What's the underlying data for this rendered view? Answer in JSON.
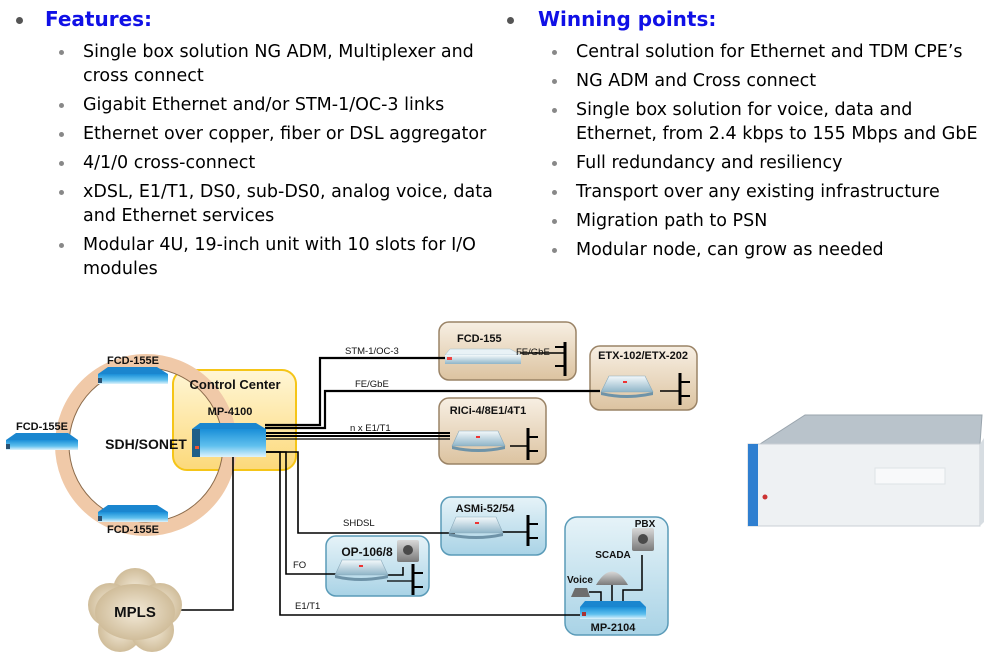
{
  "features": {
    "heading": "Features:",
    "items": [
      "Single box solution NG ADM, Multiplexer and cross connect",
      "Gigabit Ethernet and/or STM-1/OC-3 links",
      "Ethernet over copper, fiber or DSL aggregator",
      "4/1/0 cross-connect",
      "xDSL, E1/T1, DS0, sub-DS0, analog voice, data and Ethernet services",
      "Modular 4U, 19-inch unit with 10 slots for I/O modules"
    ]
  },
  "winning_points": {
    "heading": "Winning points:",
    "items": [
      "Central solution for Ethernet and TDM CPE’s",
      "NG ADM and Cross connect",
      "Single box solution for voice, data and Ethernet, from 2.4 kbps to 155 Mbps and GbE",
      "Full redundancy and resiliency",
      "Transport over any existing infrastructure",
      "Migration path to PSN",
      "Modular node, can grow as needed"
    ]
  },
  "diagram": {
    "ring_label": "SDH/SONET",
    "ring_nodes": [
      "FCD-155E",
      "FCD-155E",
      "FCD-155E"
    ],
    "control_center": {
      "title": "Control Center",
      "device": "MP-4100"
    },
    "cloud": "MPLS",
    "sites": {
      "fcd155": {
        "name": "FCD-155",
        "port": "FE/GbE"
      },
      "etx": {
        "name": "ETX-102/ETX-202"
      },
      "rici": {
        "name": "RICi-4/8E1/4T1"
      },
      "asmi": {
        "name": "ASMi-52/54"
      },
      "op": {
        "name": "OP-106/8"
      },
      "mp2104": {
        "name": "MP-2104",
        "peripherals": [
          "Voice",
          "SCADA",
          "PBX"
        ]
      }
    },
    "links": {
      "stm": "STM-1/OC-3",
      "fegbe": "FE/GbE",
      "e1t1n": "n x E1/T1",
      "shdsl": "SHDSL",
      "fo": "FO",
      "e1t1": "E1/T1"
    }
  },
  "colors": {
    "heading": "#1010e6",
    "device_blue": "#2f9fe0",
    "tan_box": "#e8d6bc",
    "blue_box": "#cfe6f0",
    "control_center": "#fde9a6"
  }
}
